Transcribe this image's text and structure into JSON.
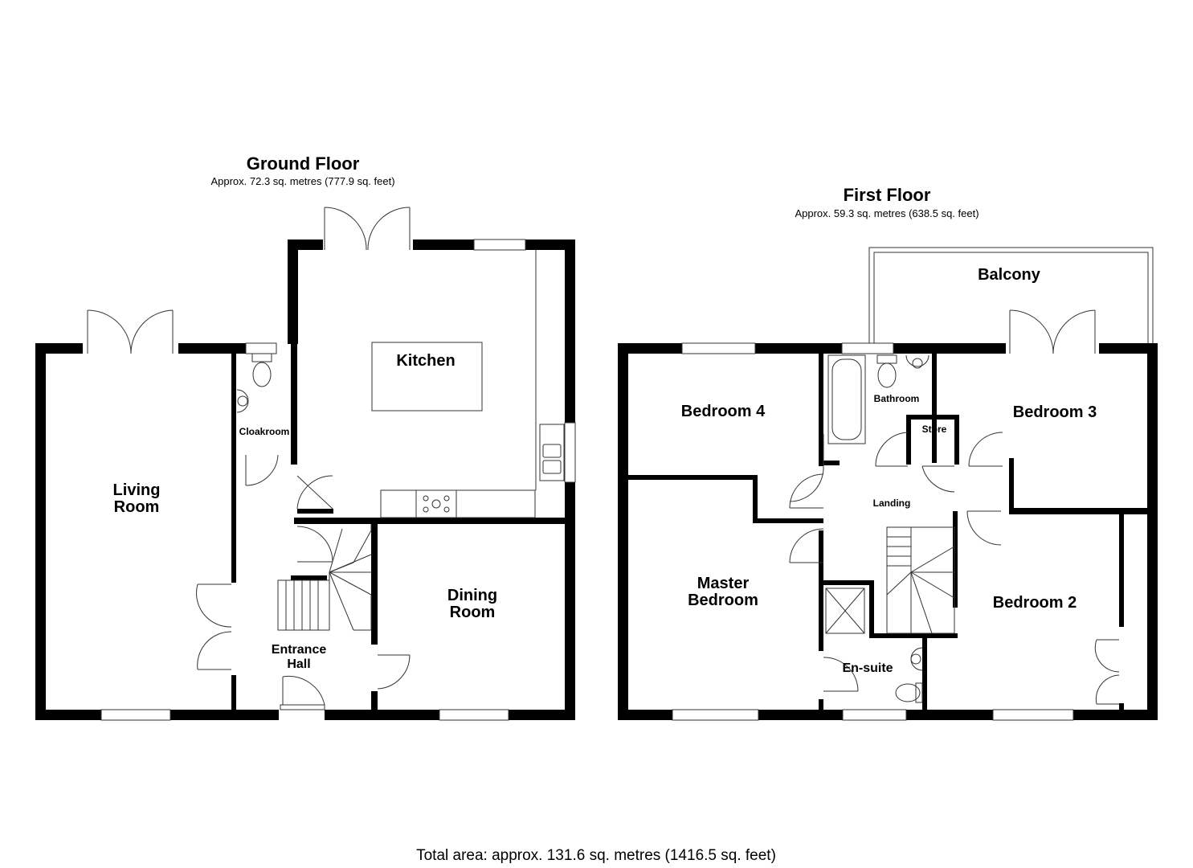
{
  "ground_floor": {
    "title": "Ground Floor",
    "area": "Approx. 72.3 sq. metres (777.9 sq. feet)",
    "rooms": {
      "kitchen": "Kitchen",
      "living_1": "Living",
      "living_2": "Room",
      "cloakroom": "Cloakroom",
      "dining_1": "Dining",
      "dining_2": "Room",
      "hall_1": "Entrance",
      "hall_2": "Hall"
    }
  },
  "first_floor": {
    "title": "First Floor",
    "area": "Approx. 59.3 sq. metres (638.5 sq. feet)",
    "rooms": {
      "balcony": "Balcony",
      "bedroom4": "Bedroom 4",
      "bathroom": "Bathroom",
      "store": "Store",
      "bedroom3": "Bedroom 3",
      "landing": "Landing",
      "master_1": "Master",
      "master_2": "Bedroom",
      "bedroom2": "Bedroom 2",
      "ensuite": "En-suite"
    }
  },
  "total_area": "Total area: approx. 131.6 sq. metres (1416.5 sq. feet)",
  "colors": {
    "wall": "#000000",
    "line": "#333333",
    "background": "#ffffff"
  }
}
